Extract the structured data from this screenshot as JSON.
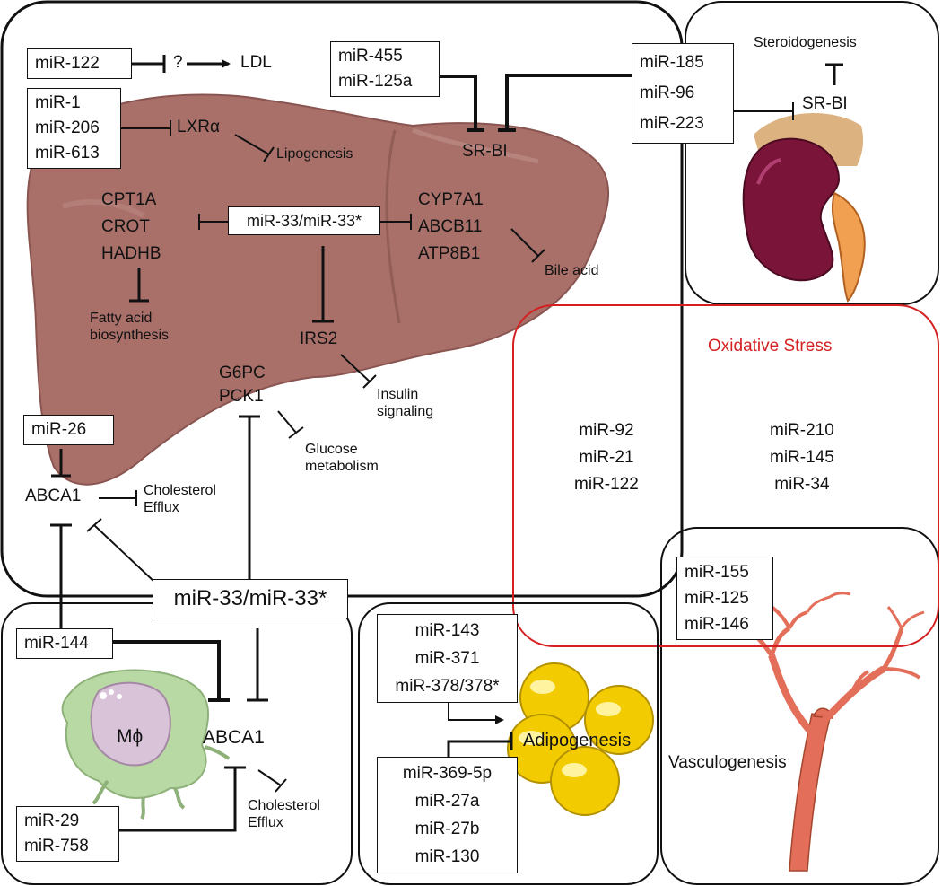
{
  "colors": {
    "liver": "#A9706A",
    "liver_dark": "#8A5550",
    "stress_border": "#D42020",
    "stress_text": "#D42020",
    "kidney": "#7A1438",
    "adipocyte": "#F2CC00",
    "macrophage": "#B9D9A4",
    "nucleus": "#D9C3D9",
    "vessel": "#E36F5A"
  },
  "liver_panel": {
    "mir122_box": "miR-122",
    "question": "?",
    "ldl": "LDL",
    "mir1_box": [
      "miR-1",
      "miR-206",
      "miR-613"
    ],
    "lxra": "LXRα",
    "lipogenesis": "Lipogenesis",
    "mir455_box": [
      "miR-455",
      "miR-125a"
    ],
    "srbi": "SR-BI",
    "genes_left": [
      "CPT1A",
      "CROT",
      "HADHB"
    ],
    "mir33_center": "miR-33/miR-33*",
    "genes_right": [
      "CYP7A1",
      "ABCB11",
      "ATP8B1"
    ],
    "bile_acid": "Bile acid",
    "fatty_acid": [
      "Fatty acid",
      "biosynthesis"
    ],
    "irs2": "IRS2",
    "insulin": [
      "Insulin",
      "signaling"
    ],
    "gluco_genes": [
      "G6PC",
      "PCK1"
    ],
    "glucose": [
      "Glucose",
      "metabolism"
    ],
    "mir26_box": "miR-26",
    "abca1": "ABCA1",
    "cholesterol": [
      "Cholesterol",
      "Efflux"
    ]
  },
  "mir33_main": "miR-33/miR-33*",
  "kidney_panel": {
    "mir185_box": [
      "miR-185",
      "miR-96",
      "miR-223"
    ],
    "steroidogenesis": "Steroidogenesis",
    "srbi": "SR-BI"
  },
  "stress_panel": {
    "title": "Oxidative Stress",
    "col1": [
      "miR-92",
      "miR-21",
      "miR-122"
    ],
    "col2": [
      "miR-210",
      "miR-145",
      "miR-34"
    ]
  },
  "vessel_panel": {
    "mir_box": [
      "miR-155",
      "miR-125",
      "miR-146"
    ],
    "label": "Vasculogenesis"
  },
  "macrophage_panel": {
    "mir144_box": "miR-144",
    "mphi": "Mϕ",
    "abca1": "ABCA1",
    "mir29_box": [
      "miR-29",
      "miR-758"
    ],
    "cholesterol": [
      "Cholesterol",
      "Efflux"
    ]
  },
  "adipose_panel": {
    "mir143_box": [
      "miR-143",
      "miR-371",
      "miR-378/378*"
    ],
    "adipogenesis": "Adipogenesis",
    "mir369_box": [
      "miR-369-5p",
      "miR-27a",
      "miR-27b",
      "miR-130"
    ]
  }
}
